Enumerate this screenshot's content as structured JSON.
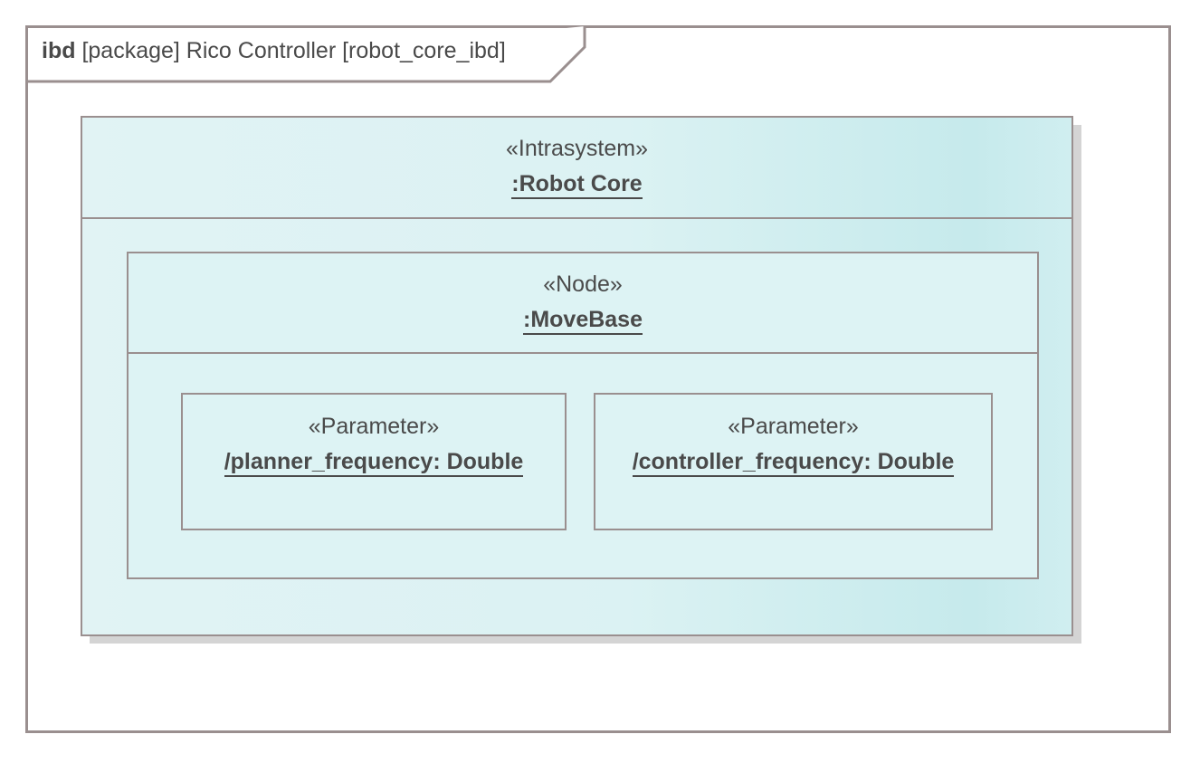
{
  "frame": {
    "keyword": "ibd",
    "title": "[package] Rico Controller [robot_core_ibd]"
  },
  "blocks": {
    "robot_core": {
      "stereotype": "«Intrasystem»",
      "name": ":Robot Core"
    },
    "move_base": {
      "stereotype": "«Node»",
      "name": ":MoveBase"
    },
    "planner_frequency": {
      "stereotype": "«Parameter»",
      "name": "/planner_frequency: Double"
    },
    "controller_frequency": {
      "stereotype": "«Parameter»",
      "name": "/controller_frequency: Double"
    }
  },
  "colors": {
    "border": "#9a8f8f",
    "fill": "#ddf3f4",
    "fill_accent": "#c6eaec",
    "text": "#4a4a4a"
  }
}
